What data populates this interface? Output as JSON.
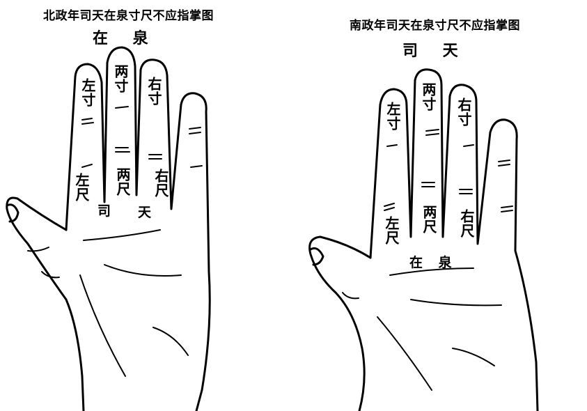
{
  "left": {
    "title": "北政年司天在泉寸尺不应指掌图",
    "top_label": "在 泉",
    "finger_labels": {
      "left_cun": "左寸",
      "both_cun": "两寸",
      "right_cun": "右寸",
      "left_chi": "左尺",
      "both_chi": "两尺",
      "right_chi": "右尺"
    },
    "bottom_left": "司",
    "bottom_right": "天"
  },
  "right": {
    "title": "南政年司天在泉寸尺不应指掌图",
    "top_label": "司 天",
    "finger_labels": {
      "left_cun": "左寸",
      "both_cun": "两寸",
      "right_cun": "右寸",
      "left_chi": "左尺",
      "both_chi": "两尺",
      "right_chi": "右尺"
    },
    "bottom_label": "在 泉"
  }
}
